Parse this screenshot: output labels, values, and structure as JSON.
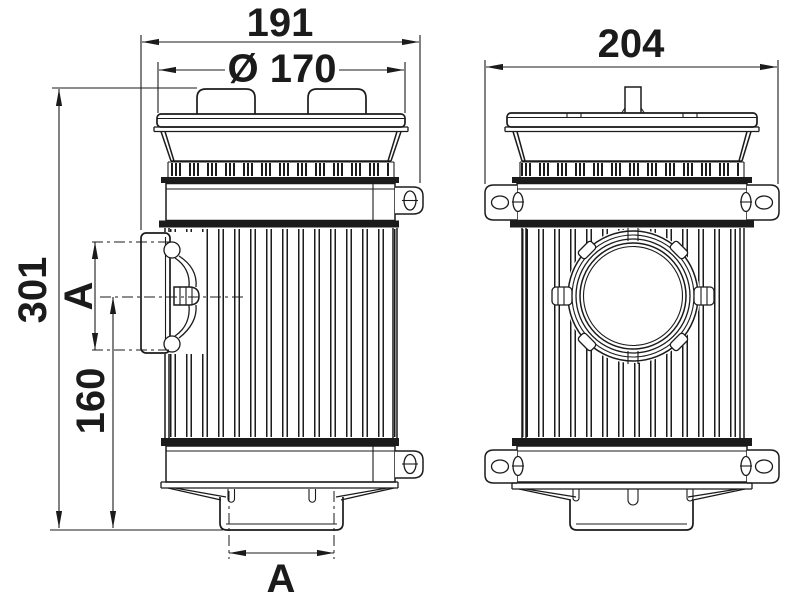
{
  "drawing": {
    "background_color": "#ffffff",
    "line_color": "#1b1b1b",
    "type": "technical-drawing-two-views",
    "dimensions": {
      "overall_width": {
        "label": "191"
      },
      "lid_diameter": {
        "label": "Ø 170"
      },
      "side_width": {
        "label": "204"
      },
      "overall_height": {
        "label": "301"
      },
      "port_center_height": {
        "label": "160"
      },
      "side_port_size": {
        "label": "A"
      },
      "bottom_port_size": {
        "label": "A"
      }
    }
  }
}
